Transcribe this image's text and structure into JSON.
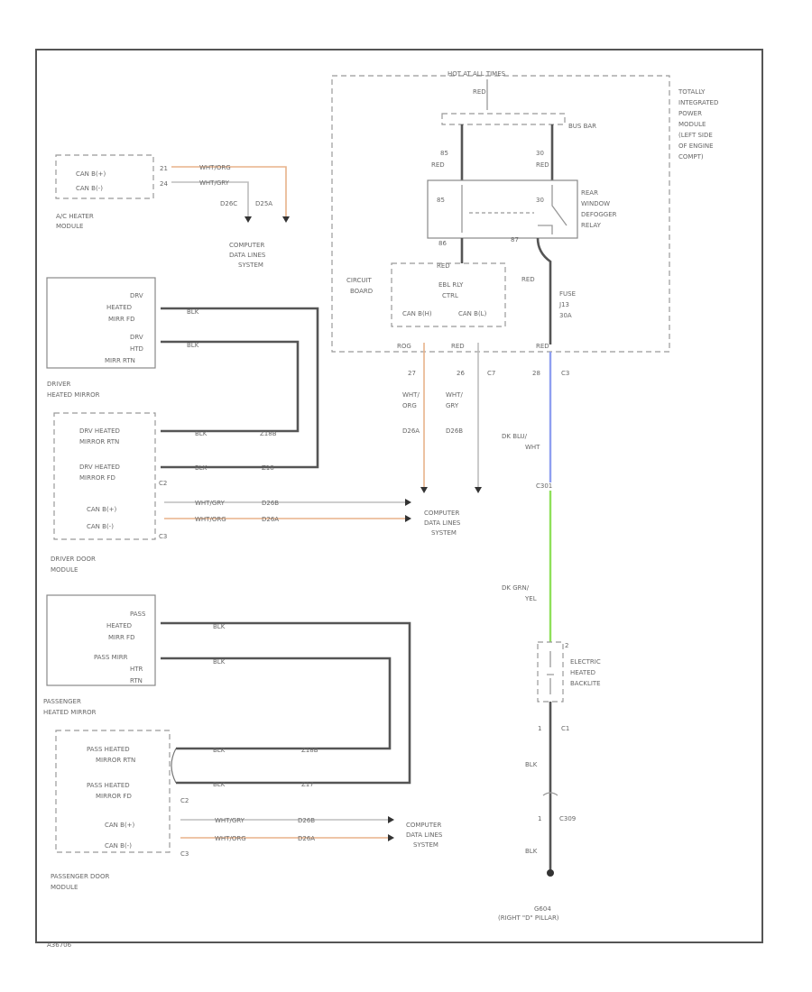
{
  "colors": {
    "orange_wire": "#e8b28a",
    "gray_wire": "#bdbdbd",
    "blue_wire": "#8f9ff0",
    "green_wire": "#8fe05a",
    "black_wire": "#555555"
  },
  "ac_module": {
    "pin1": "CAN B(+)",
    "pin2": "CAN B(-)",
    "cav1": "21",
    "cav2": "24",
    "wire1": "WHT/ORG",
    "wire2": "WHT/GRY",
    "code1": "D26C",
    "code2": "D25A",
    "name1": "A/C HEATER",
    "name2": "MODULE"
  },
  "cds1": {
    "l1": "COMPUTER",
    "l2": "DATA LINES",
    "l3": "SYSTEM"
  },
  "cds2": {
    "l1": "COMPUTER",
    "l2": "DATA LINES",
    "l3": "SYSTEM"
  },
  "cds3": {
    "l1": "COMPUTER",
    "l2": "DATA LINES",
    "l3": "SYSTEM"
  },
  "drv_mirror": {
    "a1": "DRV",
    "a2": "HEATED",
    "a3": "MIRR FD",
    "b1": "DRV",
    "b2": "HTD",
    "b3": "MIRR RTN",
    "wire1": "BLK",
    "wire2": "BLK",
    "name1": "DRIVER",
    "name2": "HEATED MIRROR"
  },
  "drv_door": {
    "a1": "DRV HEATED",
    "a2": "MIRROR RTN",
    "b1": "DRV HEATED",
    "b2": "MIRROR FD",
    "c1": "CAN B(+)",
    "c2": "CAN B(-)",
    "conn2": "C2",
    "conn3": "C3",
    "w1": "BLK",
    "w1c": "Z18B",
    "w2": "BLK",
    "w2c": "Z18",
    "w3": "WHT/GRY",
    "w3c": "D26B",
    "w4": "WHT/ORG",
    "w4c": "D26A",
    "name1": "DRIVER DOOR",
    "name2": "MODULE"
  },
  "pass_mirror": {
    "a1": "PASS",
    "a2": "HEATED",
    "a3": "MIRR FD",
    "b1": "PASS MIRR",
    "b2": "HTR",
    "b3": "RTN",
    "wire1": "BLK",
    "wire2": "BLK",
    "name1": "PASSENGER",
    "name2": "HEATED MIRROR"
  },
  "pass_door": {
    "a1": "PASS HEATED",
    "a2": "MIRROR RTN",
    "b1": "PASS HEATED",
    "b2": "MIRROR FD",
    "c1": "CAN B(+)",
    "c2": "CAN B(-)",
    "conn2": "C2",
    "conn3": "C3",
    "w1": "BLK",
    "w1c": "Z18B",
    "w2": "BLK",
    "w2c": "Z17",
    "w3": "WHT/GRY",
    "w3c": "D26B",
    "w4": "WHT/ORG",
    "w4c": "D26A",
    "name1": "PASSENGER DOOR",
    "name2": "MODULE"
  },
  "tipm": {
    "top": "HOT AT ALL TIMES",
    "top_wire": "RED",
    "bus_bar": "BUS BAR",
    "pin85": "85",
    "pin86": "86",
    "pin30": "30",
    "pin87": "87",
    "wire_left": "RED",
    "wire_right": "RED",
    "relay1": "REAR",
    "relay2": "WINDOW",
    "relay3": "DEFOGGER",
    "relay4": "RELAY",
    "circuit1": "CIRCUIT",
    "circuit2": "BOARD",
    "ctrl1": "EBL RLY",
    "ctrl2": "CTRL",
    "can_hi": "CAN B(H)",
    "can_lo": "CAN B(L)",
    "wire_rly": "RED",
    "wire_fuse": "RED",
    "fuse1": "FUSE",
    "fuse2": "J13",
    "fuse3": "30A",
    "out_left": "ROG",
    "out_mid": "RED",
    "out_right": "RED",
    "desc1": "TOTALLY",
    "desc2": "INTEGRATED",
    "desc3": "POWER",
    "desc4": "MODULE",
    "desc5": "(LEFT SIDE",
    "desc6": "OF ENGINE",
    "desc7": "COMPT)"
  },
  "below_tipm": {
    "cav1": "27",
    "cav2": "26",
    "conn_c7": "C7",
    "cav3": "28",
    "conn_c3": "C3",
    "wire1": "WHT/",
    "wire1b": "ORG",
    "code1": "D26A",
    "wire2": "WHT/",
    "wire2b": "GRY",
    "code2": "D26B"
  },
  "backlite_wire": {
    "w1": "DK BLU/",
    "w1b": "WHT",
    "conn": "C301",
    "w2": "DK GRN/",
    "w2b": "YEL",
    "pin2": "2",
    "pin1": "1",
    "name1": "ELECTRIC",
    "name2": "HEATED",
    "name3": "BACKLITE",
    "conn_c1": "C1",
    "w3": "BLK",
    "conn2": "C309",
    "w4": "BLK",
    "ground1": "G604",
    "ground2": "(RIGHT \"D\" PILLAR)"
  },
  "footer_id": "A36706"
}
